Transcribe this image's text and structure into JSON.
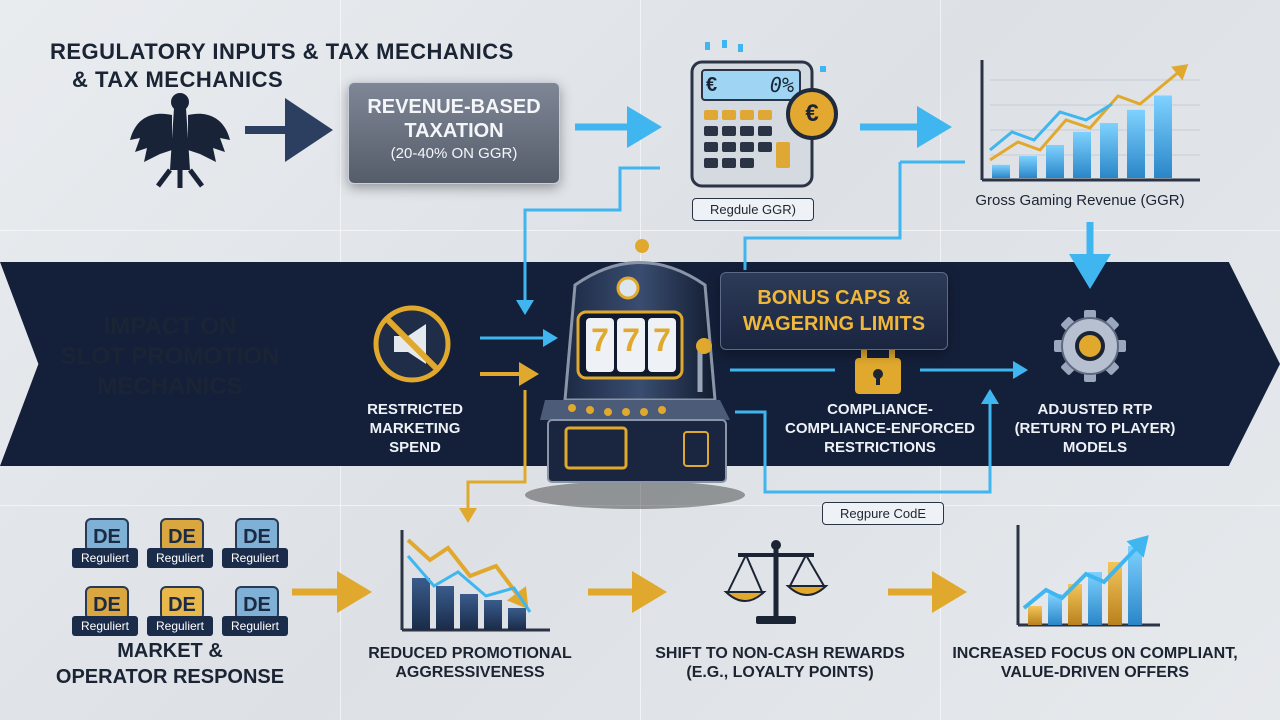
{
  "headings": {
    "top_line1": "REGULATORY INPUTS & TAX MECHANICS",
    "top_line2": "& TAX MECHANICS",
    "mid_line1": "IMPACT ON",
    "mid_line2": "SLOT PROMOTION",
    "mid_line3": "MECHANICS",
    "bottom_line1": "MARKET &",
    "bottom_line2": "OPERATOR RESPONSE"
  },
  "nodes": {
    "revenue_tax_line1": "REVENUE-BASED",
    "revenue_tax_line2": "TAXATION",
    "revenue_tax_line3": "(20-40% ON GGR)",
    "calculator_display": "0%",
    "currency_symbol": "€",
    "euro_coin": "€",
    "regulate_ggr": "Regdule GGR)",
    "ggr_label": "Gross Gaming Revenue (GGR)",
    "bonus_caps_line1": "BONUS CAPS &",
    "bonus_caps_line2": "WAGERING LIMITS",
    "restricted_line1": "RESTRICTED",
    "restricted_line2": "MARKETING",
    "restricted_line3": "SPEND",
    "compliance_line1": "COMPLIANCE-",
    "compliance_line2": "COMPLIANCE-ENFORCED",
    "compliance_line3": "RESTRICTIONS",
    "rtp_line1": "ADJUSTED RTP",
    "rtp_line2": "(RETURN TO PLAYER)",
    "rtp_line3": "MODELS",
    "regpure_code": "Regpure CodE",
    "slot_reel": "7",
    "reduced_line1": "REDUCED PROMOTIONAL",
    "reduced_line2": "AGGRESSIVENESS",
    "shift_line1": "SHIFT TO NON-CASH REWARDS",
    "shift_line2": "(E.G., LOYALTY POINTS)",
    "increased_line1": "INCREASED FOCUS ON COMPLIANT,",
    "increased_line2": "VALUE-DRIVEN OFFERS"
  },
  "badges": [
    {
      "code": "DE",
      "tag": "Reguliert",
      "color": "#7fb0d6"
    },
    {
      "code": "DE",
      "tag": "Reguliert",
      "color": "#d9a640"
    },
    {
      "code": "DE",
      "tag": "Reguliert",
      "color": "#7fb0d6"
    },
    {
      "code": "DE",
      "tag": "Reguliert",
      "color": "#d9a640"
    },
    {
      "code": "DE",
      "tag": "Reguliert",
      "color": "#e8b94a"
    },
    {
      "code": "DE",
      "tag": "Reguliert",
      "color": "#7fb0d6"
    }
  ],
  "colors": {
    "navy": "#14203a",
    "blue_accent": "#3fb6ef",
    "gold_accent": "#e0a92e"
  },
  "icons": [
    "eagle-icon",
    "calculator-icon",
    "euro-coin-icon",
    "growth-chart-icon",
    "slot-machine-icon",
    "no-megaphone-icon",
    "padlock-icon",
    "gear-icon",
    "declining-chart-icon",
    "scales-icon",
    "rising-chart-icon"
  ]
}
